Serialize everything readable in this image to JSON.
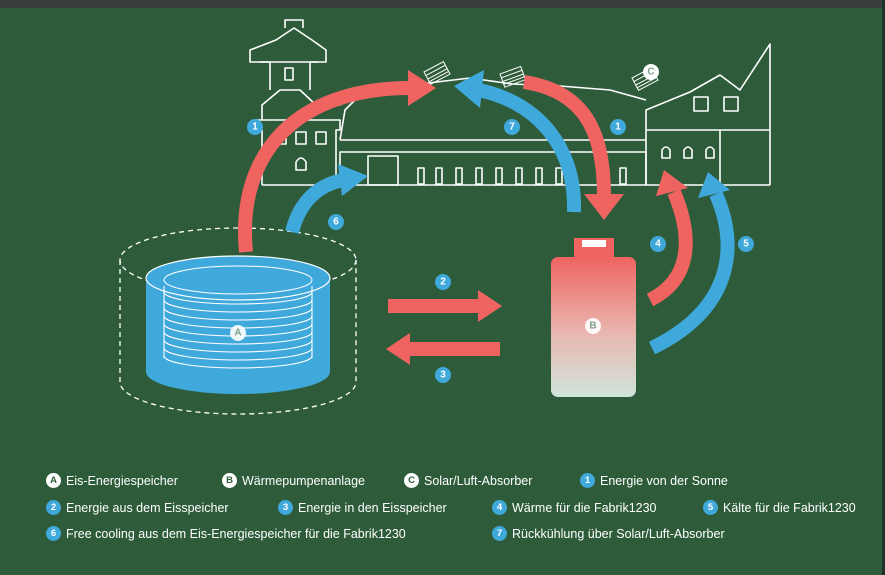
{
  "colors": {
    "background": "#2e5c3a",
    "heat_arrow": "#ef6461",
    "cool_arrow": "#40a9dc",
    "line": "#ffffff"
  },
  "markers": {
    "a": "A",
    "b": "B",
    "c": "C",
    "n1": "1",
    "n2": "2",
    "n3": "3",
    "n4": "4",
    "n5": "5",
    "n6": "6",
    "n7": "7"
  },
  "legend": [
    {
      "badge": "A",
      "style": "white",
      "text": "Eis-Energiespeicher"
    },
    {
      "badge": "B",
      "style": "white",
      "text": "Wärmepumpenanlage"
    },
    {
      "badge": "C",
      "style": "white",
      "text": "Solar/Luft-Absorber"
    },
    {
      "badge": "1",
      "style": "blue",
      "text": "Energie von der Sonne"
    },
    {
      "badge": "2",
      "style": "blue",
      "text": "Energie aus dem Eisspeicher"
    },
    {
      "badge": "3",
      "style": "blue",
      "text": "Energie in den Eisspeicher"
    },
    {
      "badge": "4",
      "style": "blue",
      "text": "Wärme für die Fabrik1230"
    },
    {
      "badge": "5",
      "style": "blue",
      "text": "Kälte für die Fabrik1230"
    },
    {
      "badge": "6",
      "style": "blue",
      "text": "Free cooling aus dem Eis-Energiespeicher für die Fabrik1230"
    },
    {
      "badge": "7",
      "style": "blue",
      "text": "Rückkühlung über Solar/Luft-Absorber"
    }
  ]
}
